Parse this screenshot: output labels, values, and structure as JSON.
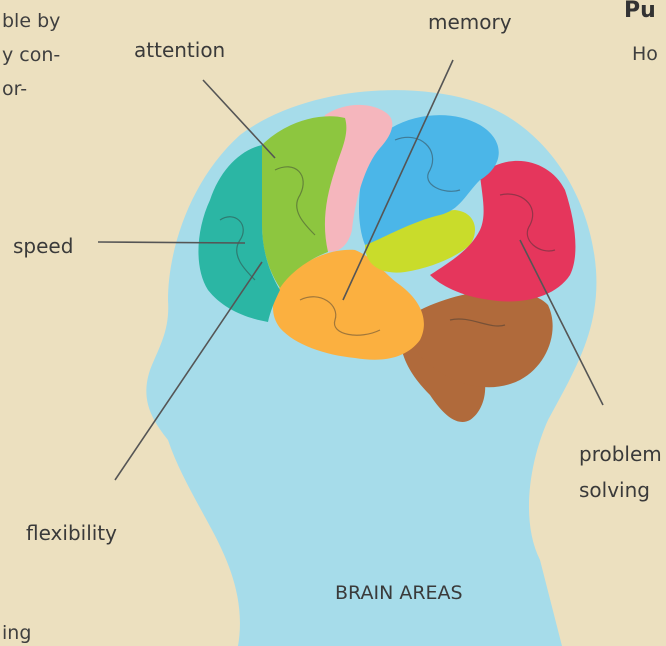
{
  "background_text": {
    "line1": "ble by",
    "line2": "y con-",
    "line3": "or-",
    "bottom_fragment": "ing",
    "heading_fragment": "Pu",
    "right_fragment": "Ho"
  },
  "labels": {
    "memory": "memory",
    "attention": "attention",
    "speed": "speed",
    "flexibility": "flexibility",
    "problem_solving_line1": "problem",
    "problem_solving_line2": "solving",
    "footer": "BRAIN AREAS"
  },
  "colors": {
    "page_background": "#ece0bf",
    "head_silhouette": "#a6dcea",
    "region_teal": "#2bb6a4",
    "region_green": "#8dc63f",
    "region_pink": "#f5b6bd",
    "region_blue": "#4bb6e8",
    "region_red": "#e5365c",
    "region_lime": "#c9dc2b",
    "region_orange": "#fbb040",
    "cerebellum": "#b06a3b",
    "pointer_line": "#555555"
  }
}
